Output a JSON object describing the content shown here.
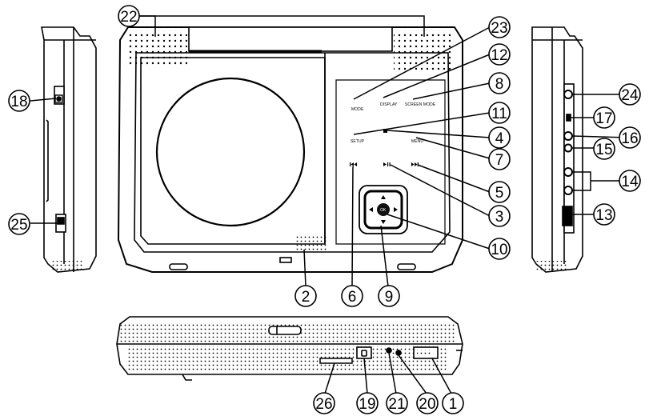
{
  "buttons": {
    "mode": "MODE",
    "display": "DISPLAY",
    "screen_mode": "SCREEN MODE",
    "setup": "SETUP",
    "menu": "MENU",
    "ok": "OK"
  },
  "callouts": [
    "1",
    "2",
    "3",
    "4",
    "5",
    "6",
    "7",
    "8",
    "9",
    "10",
    "11",
    "12",
    "13",
    "14",
    "15",
    "16",
    "17",
    "18",
    "19",
    "20",
    "21",
    "22",
    "23",
    "24",
    "25",
    "26"
  ],
  "colors": {
    "line": "#000000",
    "body_fill": "#ffffff",
    "dark_fill": "#111111"
  }
}
